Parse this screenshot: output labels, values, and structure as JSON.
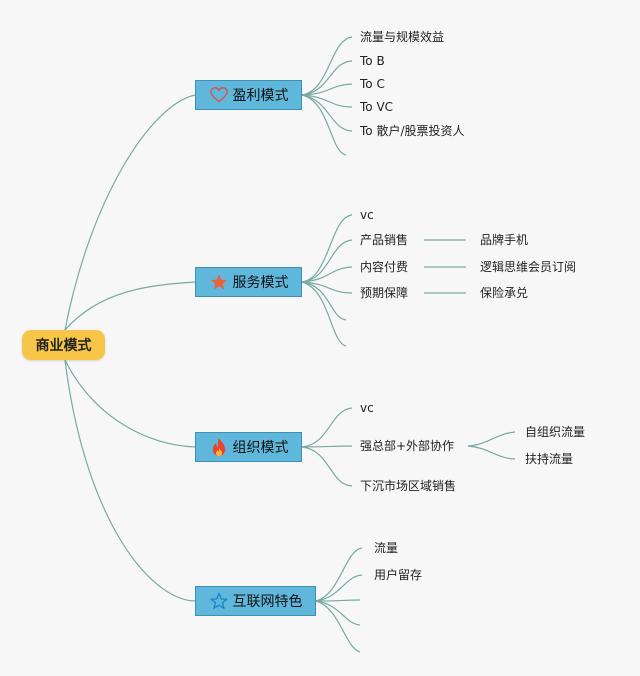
{
  "root": {
    "label": "商业模式"
  },
  "branches": [
    {
      "label": "盈利模式",
      "icon": "heart-icon",
      "children": [
        "流量与规模效益",
        "To B",
        "To C",
        "To VC",
        "To 散户/股票投资人",
        ""
      ]
    },
    {
      "label": "服务模式",
      "icon": "star-filled-icon",
      "children": [
        {
          "label": "vc"
        },
        {
          "label": "产品销售",
          "child": "品牌手机"
        },
        {
          "label": "内容付费",
          "child": "逻辑思维会员订阅"
        },
        {
          "label": "预期保障",
          "child": "保险承兑"
        },
        {
          "label": ""
        },
        {
          "label": ""
        }
      ]
    },
    {
      "label": "组织模式",
      "icon": "fire-icon",
      "children": [
        {
          "label": "vc"
        },
        {
          "label": "强总部+外部协作",
          "children": [
            "自组织流量",
            "扶持流量"
          ]
        },
        {
          "label": "下沉市场区域销售"
        }
      ]
    },
    {
      "label": "互联网特色",
      "icon": "star-outline-icon",
      "children": [
        "流量",
        "用户留存",
        "",
        "",
        ""
      ]
    }
  ],
  "colors": {
    "root": "#f7c648",
    "branch": "#5fb7dc",
    "link": "#7aa9a2",
    "heart": "#d9534f",
    "star": "#e8603c",
    "fire": "#e8452c",
    "star_outline": "#1f86c8"
  }
}
